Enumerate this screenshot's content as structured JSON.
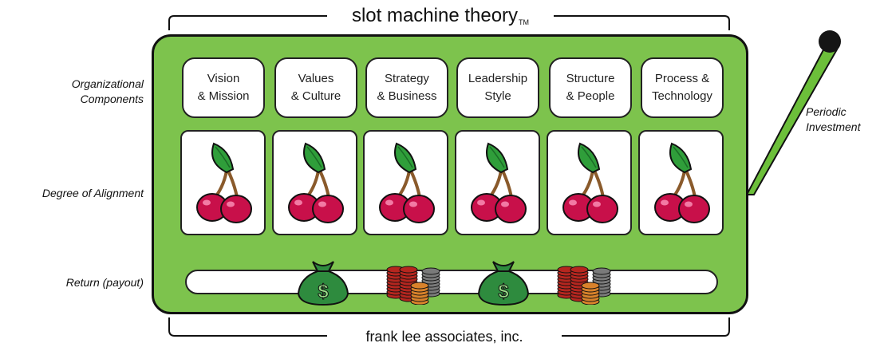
{
  "title": "slot machine theory",
  "trademark": "TM",
  "footer": "frank lee associates, inc.",
  "row_labels": {
    "components": "Organizational\nComponents",
    "alignment": "Degree of Alignment",
    "return": "Return (payout)"
  },
  "lever_label": "Periodic\nInvestment",
  "components": [
    "Vision\n& Mission",
    "Values\n& Culture",
    "Strategy\n& Business",
    "Leadership\nStyle",
    "Structure\n& People",
    "Process &\nTechnology"
  ],
  "reel_symbol": "cherries",
  "payout_items": [
    "money-bag",
    "coin-stack",
    "money-bag",
    "coin-stack"
  ],
  "colors": {
    "machine_green": "#7dc34d",
    "lever_green": "#6cbf3a",
    "cherry_red": "#c8104a",
    "leaf_green": "#2f9e3a",
    "bag_green": "#2e8b3e"
  }
}
